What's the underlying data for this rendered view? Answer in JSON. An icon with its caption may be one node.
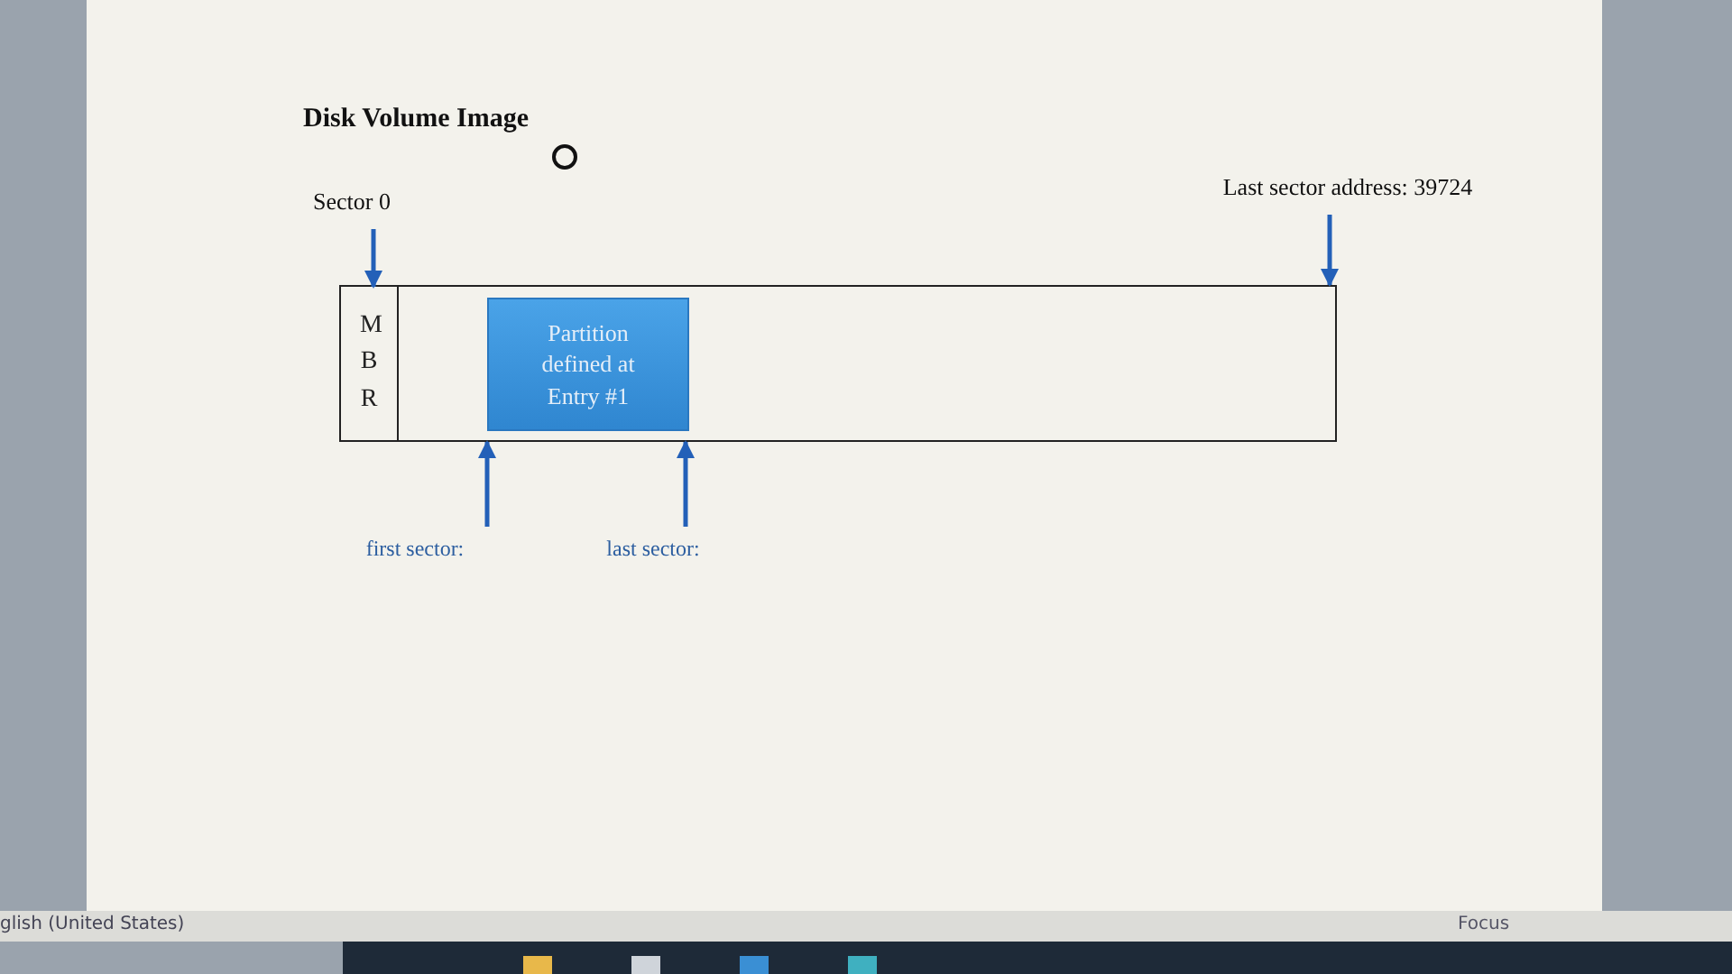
{
  "diagram": {
    "title": "Disk Volume Image",
    "nodes": [
      {
        "text": [],
        "shape": "box"
      },
      {
        "text": [
          "M B R"
        ],
        "in": 0
      },
      {
        "text": [
          "Partition defined at Entry #1"
        ],
        "in": 0
      },
      {
        "text": [
          "Sector 0"
        ]
      },
      {
        "text": [
          "Last sector address: 39724"
        ]
      },
      {
        "text": [
          "first sector:"
        ]
      },
      {
        "text": [
          "last sector:"
        ]
      }
    ],
    "edges": [
      {
        "from": 3,
        "to": 1,
        "arrow": "to"
      },
      {
        "from": 4,
        "to": 0,
        "arrow": "to"
      },
      {
        "from": 5,
        "to": 0,
        "arrow": "to"
      },
      {
        "from": 6,
        "to": 0,
        "arrow": "to"
      }
    ],
    "labels": [
      "glish (United States)",
      "Focus"
    ]
  }
}
